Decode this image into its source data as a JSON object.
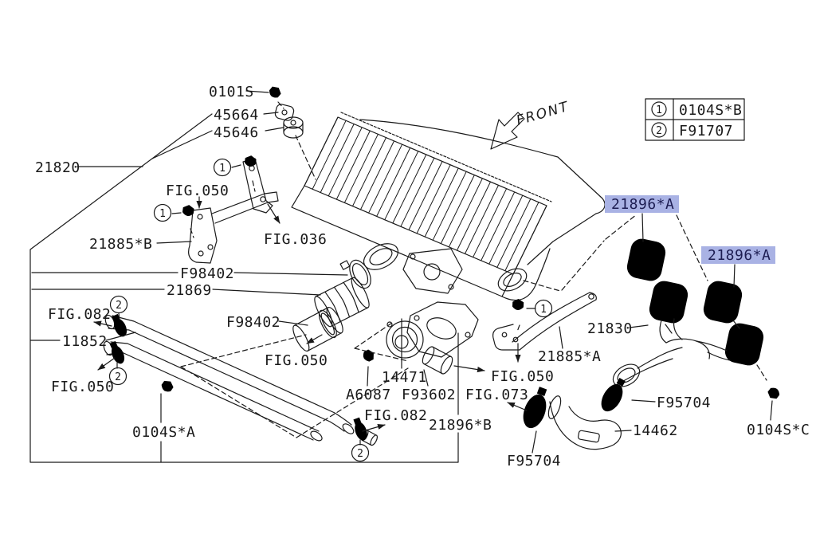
{
  "colors": {
    "line": "#1a1a1a",
    "hlbg": "#a9b2e4",
    "hltext": "#1d1d52",
    "bg": "#ffffff"
  },
  "direction": {
    "front_label": "FRONT"
  },
  "legend": {
    "rows": [
      {
        "callout": "1",
        "part": "0104S*B"
      },
      {
        "callout": "2",
        "part": "F91707"
      }
    ]
  },
  "callouts": {
    "c1": "1",
    "c2": "2"
  },
  "labels": {
    "p0101s": "0101S",
    "p45664": "45664",
    "p45646": "45646",
    "p21820": "21820",
    "fig050_top": "FIG.050",
    "p21885b": "21885*B",
    "fig036": "FIG.036",
    "f98402_top": "F98402",
    "p21869": "21869",
    "fig082_left": "FIG.082",
    "p11852": "11852",
    "fig050_left": "FIG.050",
    "f98402_mid": "F98402",
    "fig050_hose": "FIG.050",
    "p0104sa": "0104S*A",
    "fig082_bottom": "FIG.082",
    "p14471": "14471",
    "pa6087": "A6087",
    "pf93602": "F93602",
    "fig050_right": "FIG.050",
    "fig073": "FIG.073",
    "p21896b": "21896*B",
    "p21830": "21830",
    "p21885a": "21885*A",
    "p21896a_1": "21896*A",
    "p21896a_2": "21896*A",
    "f95704_right": "F95704",
    "p14462": "14462",
    "f95704_left": "F95704",
    "p0104sc": "0104S*C"
  }
}
